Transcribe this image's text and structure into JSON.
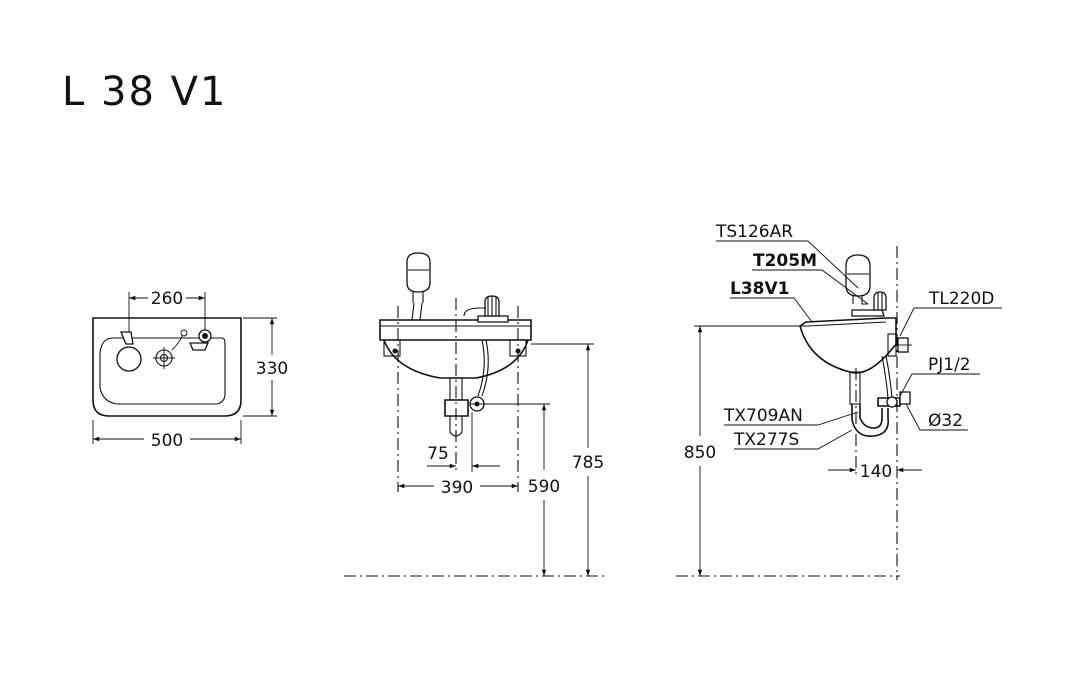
{
  "title": "L 38 V1",
  "views": {
    "top": {
      "dims": {
        "tap_spacing": "260",
        "depth": "330",
        "width": "500"
      }
    },
    "front": {
      "dims": {
        "trap_offset": "75",
        "bracket_spacing": "390",
        "outlet_height": "590",
        "rim_height": "785"
      }
    },
    "side": {
      "dims": {
        "overall_height": "850",
        "projection": "140"
      },
      "callouts": [
        {
          "label": "TS126AR",
          "bold": false
        },
        {
          "label": "T205M",
          "bold": true
        },
        {
          "label": "L38V1",
          "bold": true
        },
        {
          "label": "TL220D",
          "bold": false
        },
        {
          "label": "PJ1/2",
          "bold": false
        },
        {
          "label": "TX709AN",
          "bold": false
        },
        {
          "label": "Ø32",
          "bold": false
        },
        {
          "label": "TX277S",
          "bold": false
        }
      ]
    }
  }
}
